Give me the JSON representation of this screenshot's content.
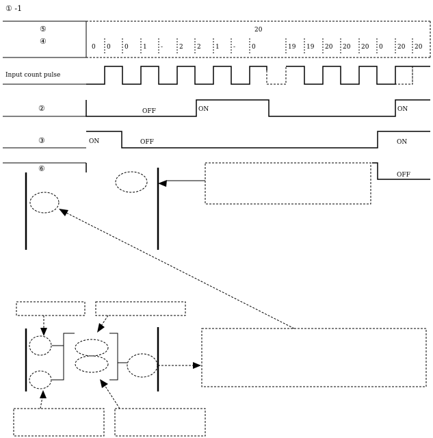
{
  "figure_label": "① -1",
  "timing": {
    "rows": {
      "r5": "⑤",
      "r4": "④",
      "input": "Input count pulse",
      "r2": "②",
      "r3": "③",
      "r6": "⑥"
    },
    "preset_value": "20",
    "counts": [
      "0",
      "0",
      "0",
      "1",
      "-",
      "2",
      "2",
      "1",
      "-",
      "0",
      "19",
      "19",
      "20",
      "20",
      "20",
      "0",
      "20",
      "20"
    ],
    "states": {
      "r2_off": "OFF",
      "r2_on": "ON",
      "r2_on_end": "ON",
      "r3_on_start": "ON",
      "r3_off": "OFF",
      "r3_on_end": "ON",
      "r6_off_end": "OFF"
    }
  },
  "colors": {
    "line": "#000000",
    "dash": "#000000",
    "background": "#ffffff"
  }
}
